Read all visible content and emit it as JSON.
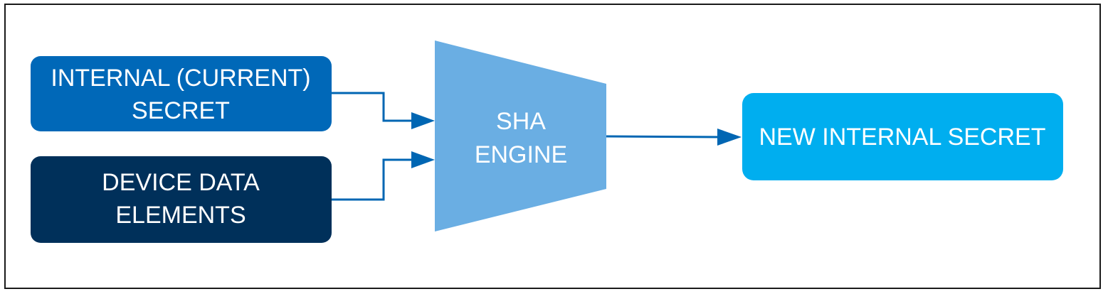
{
  "colors": {
    "input_secret": "#0068b8",
    "device_data": "#00305a",
    "sha_engine": "#6aaee3",
    "output_secret": "#00aeef",
    "arrow": "#0066b3",
    "frame": "#1a1a1a"
  },
  "nodes": {
    "internal_secret": {
      "line1": "INTERNAL (CURRENT)",
      "line2": "SECRET"
    },
    "device_data": {
      "line1": "DEVICE DATA",
      "line2": "ELEMENTS"
    },
    "sha_engine": {
      "line1": "SHA",
      "line2": "ENGINE"
    },
    "new_secret": {
      "label": "NEW INTERNAL SECRET"
    }
  }
}
